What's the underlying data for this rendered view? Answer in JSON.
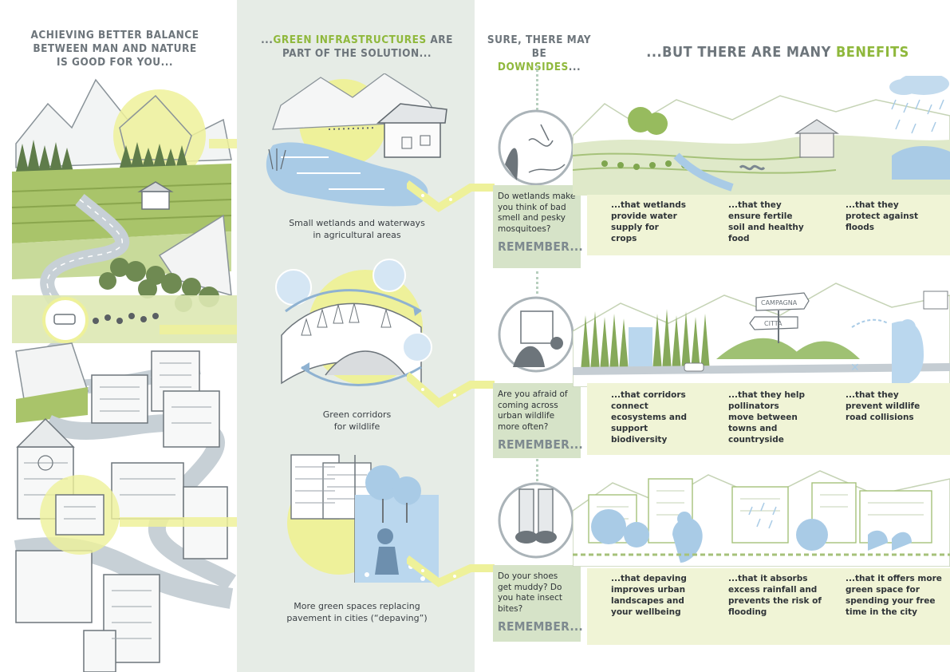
{
  "headers": {
    "col1": [
      "ACHIEVING BETTER BALANCE",
      "BETWEEN MAN AND NATURE",
      "IS GOOD FOR YOU..."
    ],
    "col2_prefix": "...",
    "col2_highlight": "GREEN INFRASTRUCTURES",
    "col2_suffix": " ARE",
    "col2_line2": "PART OF THE SOLUTION...",
    "col3_line1": "SURE, THERE MAY BE",
    "col3_highlight": "DOWNSIDES",
    "col3_suffix": "...",
    "col4_prefix": "...BUT  THERE ARE MANY ",
    "col4_highlight": "BENEFITS"
  },
  "solutions": [
    {
      "caption_line1": "Small wetlands and waterways",
      "caption_line2": "in agricultural areas"
    },
    {
      "caption_line1": "Green corridors",
      "caption_line2": "for wildlife"
    },
    {
      "caption_line1": "More green spaces replacing",
      "caption_line2": "pavement in cities (“depaving”)"
    }
  ],
  "rows": [
    {
      "question": [
        "Do wetlands make",
        "you think of bad",
        "smell and pesky",
        "mosquitoes?"
      ],
      "remember": "REMEMBER...",
      "benefits": [
        [
          "...that wetlands",
          "provide water",
          "supply for",
          "crops"
        ],
        [
          "...that they",
          "ensure fertile",
          "soil and healthy",
          "food"
        ],
        [
          "...that they",
          "protect against",
          "floods"
        ]
      ]
    },
    {
      "question": [
        "Are you afraid of",
        "coming across",
        "urban wildlife",
        "more often?"
      ],
      "remember": "REMEMBER...",
      "benefits": [
        [
          "...that corridors",
          "connect",
          "ecosystems and",
          "support",
          "biodiversity"
        ],
        [
          "...that they help",
          "pollinators",
          "move between",
          "towns and",
          "countryside"
        ],
        [
          "...that they",
          "prevent wildlife",
          "road collisions"
        ]
      ]
    },
    {
      "question": [
        "Do your shoes",
        "get muddy? Do",
        "you hate insect",
        "bites?"
      ],
      "remember": "REMEMBER...",
      "benefits": [
        [
          "...that depaving",
          "improves urban",
          "landscapes and",
          "your wellbeing"
        ],
        [
          "...that it absorbs",
          "excess rainfall and",
          "prevents the risk of",
          "flooding"
        ],
        [
          "...that it offers more",
          "green space for",
          "spending your free",
          "time in the city"
        ]
      ]
    }
  ],
  "signs": {
    "sign1": "CAMPAGNA",
    "sign2": "CITTÀ"
  },
  "colors": {
    "accent_green": "#8fb83c",
    "pale_yellow": "#eef19a",
    "panel_grey": "#e6ece6",
    "box_green": "#d6e3c8",
    "benefit_band": "#f0f4d6",
    "water_blue": "#a9cbe6"
  }
}
